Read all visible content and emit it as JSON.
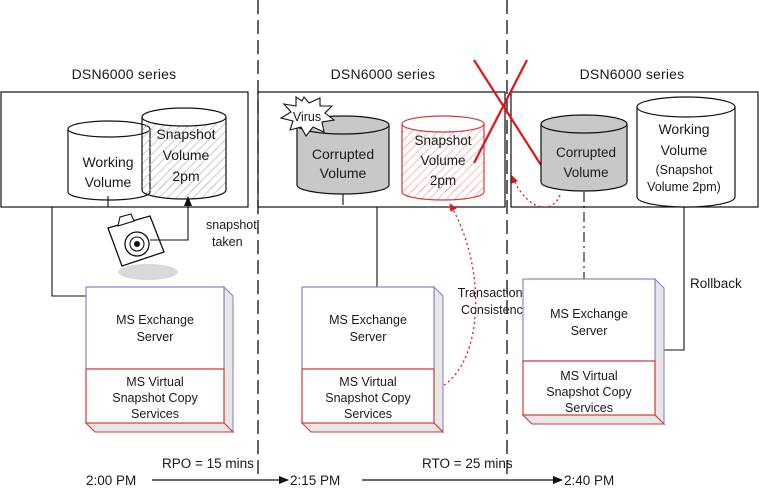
{
  "panels": [
    {
      "title": "DSN6000 series",
      "volumes": [
        {
          "line1": "Working",
          "line2": "Volume",
          "line3": ""
        },
        {
          "line1": "Snapshot",
          "line2": "Volume",
          "line3": "2pm"
        }
      ],
      "server": {
        "exchange_line1": "MS Exchange",
        "exchange_line2": "Server",
        "vss_line1": "MS Virtual",
        "vss_line2": "Snapshot Copy",
        "vss_line3": "Services"
      }
    },
    {
      "title": "DSN6000 series",
      "badge": "Virus",
      "volumes": [
        {
          "line1": "Corrupted",
          "line2": "Volume",
          "line3": ""
        },
        {
          "line1": "Snapshot",
          "line2": "Volume",
          "line3": "2pm"
        }
      ],
      "server": {
        "exchange_line1": "MS Exchange",
        "exchange_line2": "Server",
        "vss_line1": "MS Virtual",
        "vss_line2": "Snapshot Copy",
        "vss_line3": "Services"
      }
    },
    {
      "title": "DSN6000 series",
      "volumes": [
        {
          "line1": "Corrupted",
          "line2": "Volume",
          "line3": "",
          "line4": ""
        },
        {
          "line1": "Working",
          "line2": "Volume",
          "line3": "(Snapshot",
          "line4": "Volume 2pm)"
        }
      ],
      "server": {
        "exchange_line1": "MS Exchange",
        "exchange_line2": "Server",
        "vss_line1": "MS Virtual",
        "vss_line2": "Snapshot Copy",
        "vss_line3": "Services"
      }
    }
  ],
  "annotations": {
    "snapshot_line1": "snapshot",
    "snapshot_line2": "taken",
    "consistency_line1": "Transactional",
    "consistency_line2": "Consistency",
    "rollback": "Rollback"
  },
  "timeline": {
    "t1": "2:00 PM",
    "t2": "2:15 PM",
    "t3": "2:40 PM",
    "rpo": "RPO = 15 mins",
    "rto": "RTO = 25 mins"
  },
  "colors": {
    "exchange_border": "#8a86c8",
    "vss_border": "#d23a3a",
    "corrupted_fill": "#c8c8c8",
    "cross": "#e01414",
    "dotted_arrow": "#e01414"
  }
}
